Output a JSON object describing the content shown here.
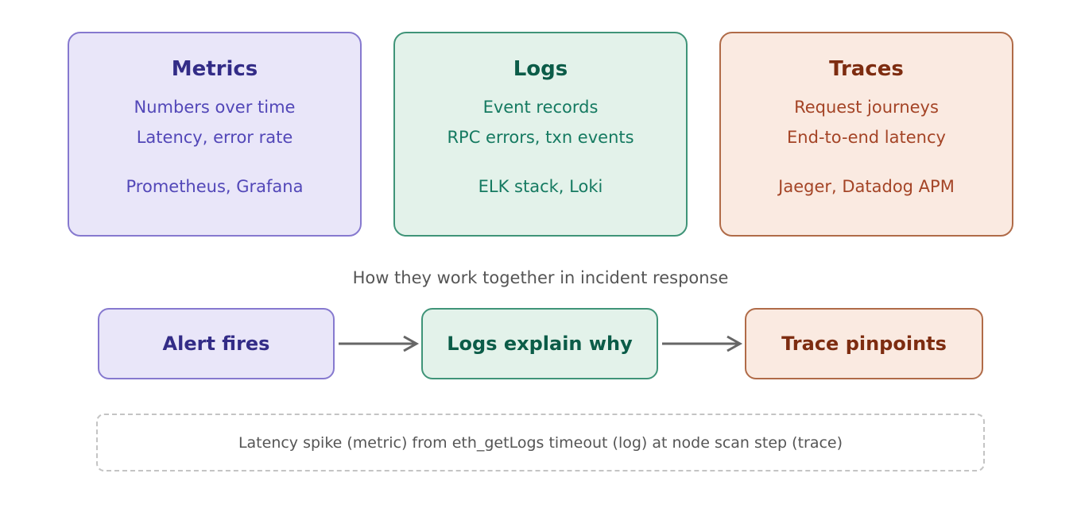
{
  "page": {
    "background": "#ffffff"
  },
  "cards": [
    {
      "title": "Metrics",
      "lines": [
        "Numbers over time",
        "Latency, error rate"
      ],
      "tools": "Prometheus, Grafana",
      "colors": {
        "background": "#e9e6f9",
        "border": "#8679cf",
        "title": "#332c87",
        "text": "#5247b8"
      }
    },
    {
      "title": "Logs",
      "lines": [
        "Event records",
        "RPC errors, txn events"
      ],
      "tools": "ELK stack, Loki",
      "colors": {
        "background": "#e3f2ea",
        "border": "#3f9478",
        "title": "#0b5c48",
        "text": "#157a61"
      }
    },
    {
      "title": "Traces",
      "lines": [
        "Request journeys",
        "End-to-end latency"
      ],
      "tools": "Jaeger, Datadog APM",
      "colors": {
        "background": "#faeae1",
        "border": "#b06b48",
        "title": "#7d2c10",
        "text": "#a44426"
      }
    }
  ],
  "subtitle": {
    "text": "How they work together in incident response",
    "color": "#555555"
  },
  "flow": {
    "steps": [
      {
        "label": "Alert fires",
        "colors": {
          "background": "#e9e6f9",
          "border": "#8679cf",
          "text": "#332c87"
        }
      },
      {
        "label": "Logs explain why",
        "colors": {
          "background": "#e3f2ea",
          "border": "#3f9478",
          "text": "#0b5c48"
        }
      },
      {
        "label": "Trace pinpoints",
        "colors": {
          "background": "#faeae1",
          "border": "#b06b48",
          "text": "#7d2c10"
        }
      }
    ],
    "arrow_color": "#666666"
  },
  "caption": {
    "text": "Latency spike (metric) from eth_getLogs timeout (log) at node scan step (trace)",
    "border_color": "#c4c4c4",
    "text_color": "#555555"
  }
}
